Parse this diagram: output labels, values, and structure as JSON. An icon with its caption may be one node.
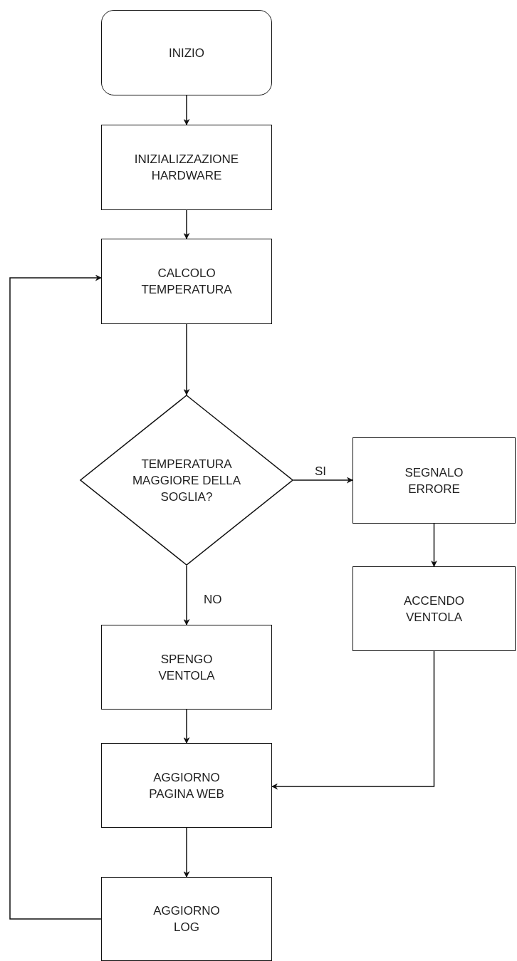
{
  "diagram": {
    "nodes": [
      {
        "text": [
          "INIZIO"
        ]
      },
      {
        "text": [
          "INIZIALIZZAZIONE HARDWARE"
        ]
      },
      {
        "text": [
          "CALCOLO TEMPERATURA"
        ]
      },
      {
        "text": [
          "TEMPERATURA MAGGIORE DELLA SOGLIA?"
        ]
      },
      {
        "text": [
          "SEGNALO ERRORE"
        ]
      },
      {
        "text": [
          "ACCENDO VENTOLA"
        ]
      },
      {
        "text": [
          "SPENGO VENTOLA"
        ]
      },
      {
        "text": [
          "AGGIORNO PAGINA WEB"
        ]
      },
      {
        "text": [
          "AGGIORNO LOG"
        ]
      }
    ],
    "edges": [
      {
        "from": 0,
        "to": 1,
        "arrow": "to"
      },
      {
        "from": 1,
        "to": 2,
        "arrow": "to"
      },
      {
        "from": 2,
        "to": 3,
        "arrow": "to"
      },
      {
        "from": 3,
        "to": 4,
        "arrow": "to",
        "label": "SI"
      },
      {
        "from": 4,
        "to": 5,
        "arrow": "to"
      },
      {
        "from": 3,
        "to": 6,
        "arrow": "to",
        "label": "NO"
      },
      {
        "from": 6,
        "to": 7,
        "arrow": "to"
      },
      {
        "from": 5,
        "to": 7,
        "arrow": "to"
      },
      {
        "from": 7,
        "to": 8,
        "arrow": "to"
      },
      {
        "from": 8,
        "to": 2,
        "arrow": "to"
      }
    ]
  }
}
